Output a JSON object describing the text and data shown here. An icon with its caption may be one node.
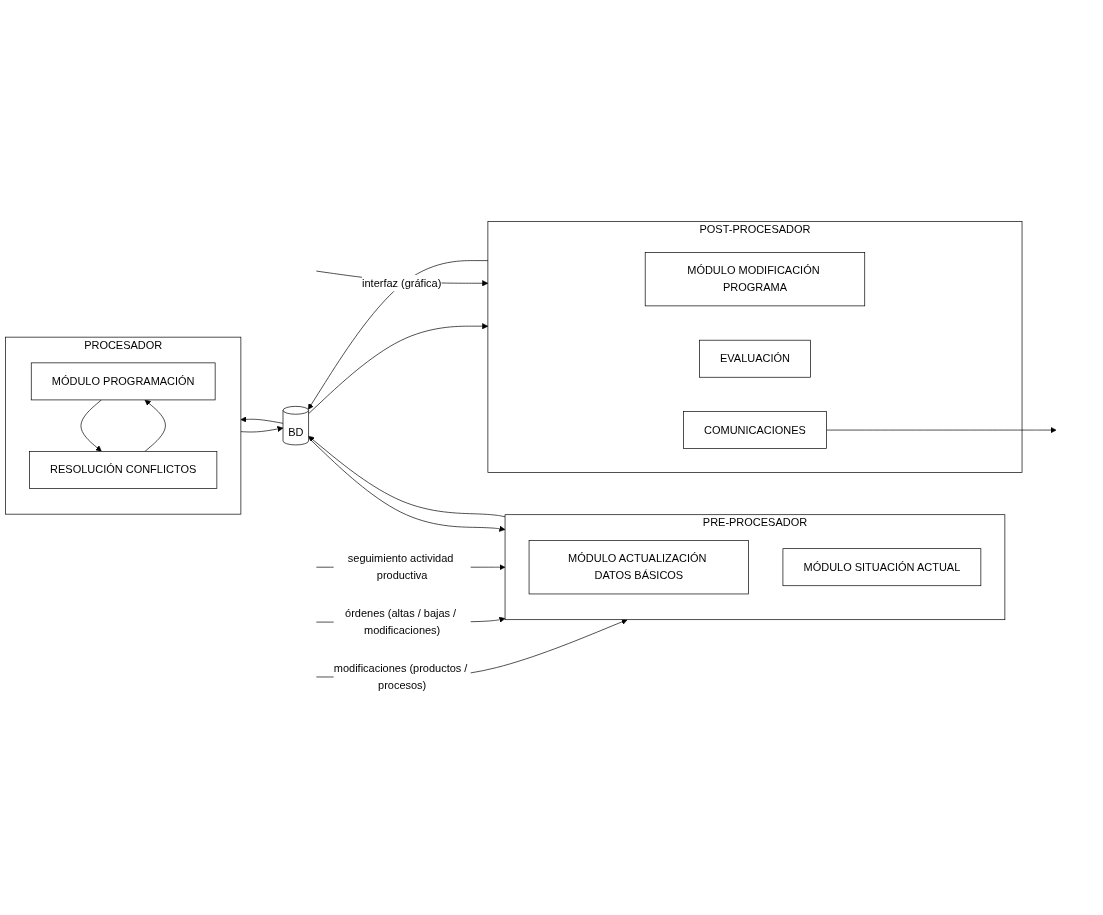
{
  "diagram": {
    "nodes": [
      {
        "text": [
          "PRE-PROCESADOR"
        ]
      },
      {
        "text": [
          "MÓDULO ACTUALIZACIÓN DATOS BÁSICOS"
        ],
        "in": 0
      },
      {
        "text": [
          "MÓDULO SITUACIÓN ACTUAL"
        ],
        "in": 0
      },
      {
        "text": [
          "PROCESADOR"
        ]
      },
      {
        "text": [
          "MÓDULO PROGRAMACIÓN"
        ],
        "in": 3
      },
      {
        "text": [
          "RESOLUCIÓN CONFLICTOS"
        ],
        "in": 3
      },
      {
        "text": [
          "BD"
        ]
      },
      {
        "text": [
          "POST-PROCESADOR"
        ]
      },
      {
        "text": [
          "MÓDULO MODIFICACIÓN PROGRAMA"
        ],
        "in": 7
      },
      {
        "text": [
          "EVALUACIÓN"
        ],
        "in": 7
      },
      {
        "text": [
          "COMUNICACIONES"
        ],
        "in": 7
      }
    ],
    "edges": [
      {
        "from": null,
        "to": 0,
        "arrow": "to",
        "label": "modificaciones (productos / procesos)"
      },
      {
        "from": null,
        "to": 0,
        "arrow": "to",
        "label": "órdenes (altas / bajas / modificaciones)"
      },
      {
        "from": null,
        "to": 0,
        "arrow": "to",
        "label": "seguimiento actividad productiva"
      },
      {
        "from": 6,
        "to": 0,
        "arrow": "to"
      },
      {
        "from": 0,
        "to": 6,
        "arrow": "to"
      },
      {
        "from": 3,
        "to": 6,
        "arrow": "to"
      },
      {
        "from": 6,
        "to": 3,
        "arrow": "to"
      },
      {
        "from": 5,
        "to": 4,
        "arrow": "to"
      },
      {
        "from": 4,
        "to": 5,
        "arrow": "to"
      },
      {
        "from": 6,
        "to": 7,
        "arrow": "to"
      },
      {
        "from": 7,
        "to": 6,
        "arrow": "to"
      },
      {
        "from": null,
        "to": 7,
        "arrow": "to",
        "label": "interfaz (gráfica)"
      },
      {
        "from": 10,
        "to": null,
        "arrow": "to"
      }
    ]
  }
}
